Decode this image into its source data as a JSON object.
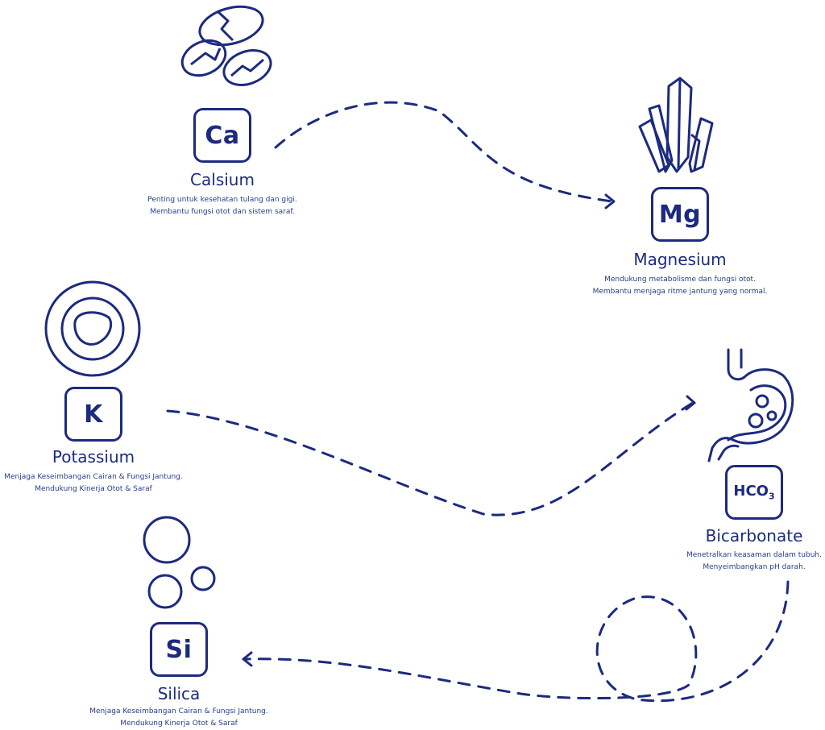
{
  "colors": {
    "accent": "#1c2a80",
    "background": "#ffffff"
  },
  "elements": [
    {
      "id": "calcium",
      "symbol": "Ca",
      "name": "Calsium",
      "icon": "bone-fragments-icon",
      "desc_line1": "Penting untuk kesehatan tulang dan gigi.",
      "desc_line2": "Membantu fungsi otot dan sistem saraf."
    },
    {
      "id": "magnesium",
      "symbol": "Mg",
      "name": "Magnesium",
      "icon": "crystal-icon",
      "desc_line1": "Mendukung metabolisme dan fungsi otot.",
      "desc_line2": "Membantu menjaga ritme jantung yang normal."
    },
    {
      "id": "potassium",
      "symbol": "K",
      "name": "Potassium",
      "icon": "cell-icon",
      "desc_line1": "Menjaga Keseimbangan Cairan & Fungsi Jantung.",
      "desc_line2": "Mendukung Kinerja Otot & Saraf"
    },
    {
      "id": "bicarbonate",
      "symbol": "HCO",
      "symbol_sub": "3",
      "name": "Bicarbonate",
      "icon": "stomach-icon",
      "desc_line1": "Menetralkan keasaman dalam tubuh.",
      "desc_line2": "Menyeimbangkan pH darah."
    },
    {
      "id": "silica",
      "symbol": "Si",
      "name": "Silica",
      "icon": "bubbles-icon",
      "desc_line1": "Menjaga Keseimbangan Cairan & Fungsi Jantung.",
      "desc_line2": "Mendukung Kinerja Otot & Saraf"
    }
  ]
}
